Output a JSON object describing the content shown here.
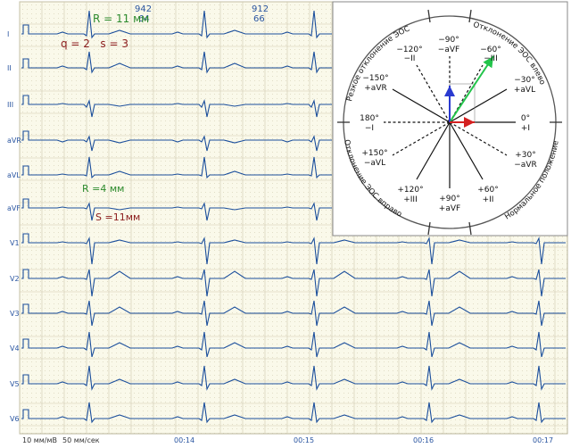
{
  "leads": [
    "I",
    "II",
    "III",
    "aVR",
    "aVL",
    "aVF",
    "V1",
    "V2",
    "V3",
    "V4",
    "V5",
    "V6"
  ],
  "intervals": {
    "interval_a": "942",
    "interval_b": "912",
    "rate_a": "64",
    "rate_b": "66"
  },
  "annotations": {
    "r_lead_i": "R = 11 мм",
    "q_s_lead_ii": "q = 2   s = 3",
    "r_lead_avf": "R =4 мм",
    "s_lead_avf": "S =11мм"
  },
  "footer": {
    "gain": "10 мм/мВ",
    "speed": "50 мм/сек",
    "times": [
      "00:14",
      "00:15",
      "00:16",
      "00:17"
    ]
  },
  "axis_diagram": {
    "zones": {
      "left": "Отклонение ЭОС влево",
      "sharp": "Резкое отклонение ЭОС",
      "normal": "Нормальное положение ЭОС",
      "right": "Отклонение ЭОС вправо"
    },
    "labels": [
      {
        "deg": "−90°",
        "lead": "−aVF"
      },
      {
        "deg": "−60°",
        "lead": "−III"
      },
      {
        "deg": "−120°",
        "lead": "−II"
      },
      {
        "deg": "−150°",
        "lead": "+aVR"
      },
      {
        "deg": "−30°",
        "lead": "+aVL"
      },
      {
        "deg": "180°",
        "lead": "−I"
      },
      {
        "deg": "0°",
        "lead": "+I"
      },
      {
        "deg": "+150°",
        "lead": "−aVL"
      },
      {
        "deg": "+30°",
        "lead": "−aVR"
      },
      {
        "deg": "+120°",
        "lead": "+III"
      },
      {
        "deg": "+90°",
        "lead": "+aVF"
      },
      {
        "deg": "+60°",
        "lead": "+II"
      }
    ]
  },
  "colors": {
    "trace": "#1c4f9c",
    "grid": "#d6d0b4",
    "background": "#faf9ea",
    "green_text": "#2c8a2c",
    "red_text": "#8b1c1c",
    "blue_text": "#2a55a0",
    "vector_green": "#22c44a",
    "vector_blue": "#2a3ad0",
    "vector_red": "#d42020"
  }
}
